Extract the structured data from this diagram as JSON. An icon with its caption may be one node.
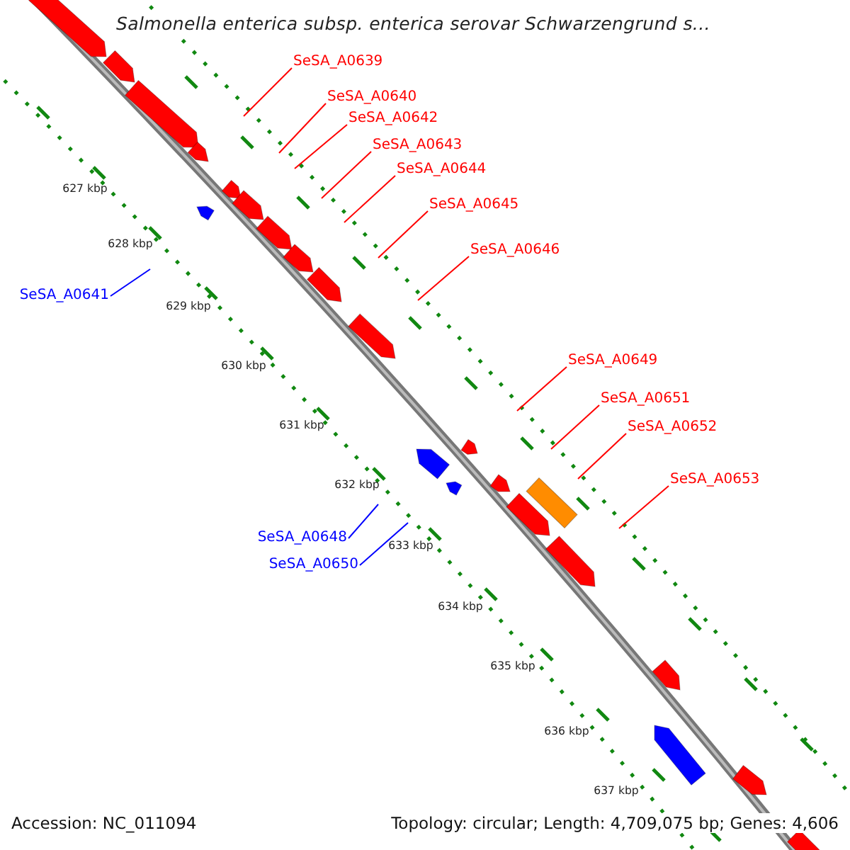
{
  "diagram": {
    "title": "Salmonella enterica subsp. enterica serovar Schwarzengrund s...",
    "nodes": [
      {
        "text": [
          "SeSA_A0639"
        ]
      },
      {
        "text": [
          "SeSA_A0640"
        ]
      },
      {
        "text": [
          "SeSA_A0642"
        ]
      },
      {
        "text": [
          "SeSA_A0643"
        ]
      },
      {
        "text": [
          "SeSA_A0644"
        ]
      },
      {
        "text": [
          "SeSA_A0645"
        ]
      },
      {
        "text": [
          "SeSA_A0646"
        ]
      },
      {
        "text": [
          "SeSA_A0641"
        ]
      },
      {
        "text": [
          "SeSA_A0649"
        ]
      },
      {
        "text": [
          "SeSA_A0651"
        ]
      },
      {
        "text": [
          "SeSA_A0652"
        ]
      },
      {
        "text": [
          "SeSA_A0653"
        ]
      },
      {
        "text": [
          "SeSA_A0648"
        ]
      },
      {
        "text": [
          "SeSA_A0650"
        ]
      }
    ],
    "edges": [
      {
        "from": 0,
        "to": null,
        "arrow": "none"
      },
      {
        "from": 1,
        "to": null,
        "arrow": "none"
      },
      {
        "from": 2,
        "to": null,
        "arrow": "none"
      },
      {
        "from": 3,
        "to": null,
        "arrow": "none"
      },
      {
        "from": 4,
        "to": null,
        "arrow": "none"
      },
      {
        "from": 5,
        "to": null,
        "arrow": "none"
      },
      {
        "from": 6,
        "to": null,
        "arrow": "none"
      },
      {
        "from": 7,
        "to": null,
        "arrow": "none",
        "color": "#0000ff"
      },
      {
        "from": 8,
        "to": null,
        "arrow": "none"
      },
      {
        "from": 9,
        "to": null,
        "arrow": "none"
      },
      {
        "from": 10,
        "to": null,
        "arrow": "none"
      },
      {
        "from": 11,
        "to": null,
        "arrow": "none"
      },
      {
        "from": 12,
        "to": null,
        "arrow": "none",
        "color": "#0000ff"
      },
      {
        "from": 13,
        "to": null,
        "arrow": "none",
        "color": "#0000ff"
      }
    ],
    "labels": [
      "627 kbp",
      "628 kbp",
      "629 kbp",
      "630 kbp",
      "631 kbp",
      "632 kbp",
      "633 kbp",
      "634 kbp",
      "635 kbp",
      "636 kbp",
      "637 kbp",
      "Accession: NC_011094",
      "Topology: circular; Length: 4,709,075 bp; Genes: 4,606"
    ]
  }
}
